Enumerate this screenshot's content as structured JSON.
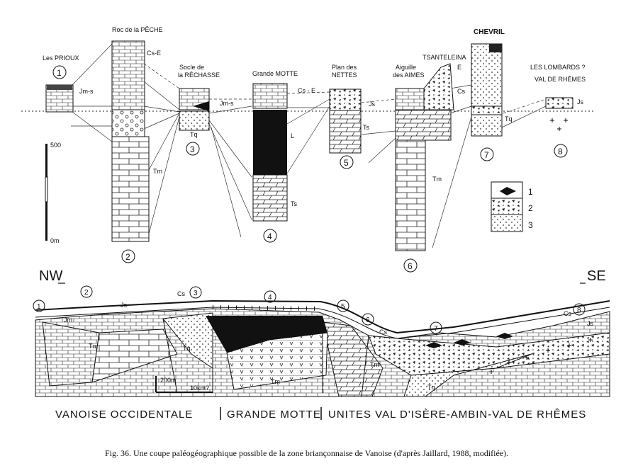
{
  "column_titles": {
    "c1": "Les PRIOUX",
    "c2": "Roc de la PÊCHE",
    "c3a": "Socle de",
    "c3b": "la RÊCHASSE",
    "c4": "Grande MOTTE",
    "c5a": "Plan des",
    "c5b": "NETTES",
    "c6a": "Aiguille",
    "c6b": "des AIMES",
    "c7a": "CHEVRIL",
    "c7b": "TSANTELEINA",
    "c8a": "LES LOMBARDS ?",
    "c8b": "VAL DE RHÊMES"
  },
  "column_numbers": [
    "1",
    "2",
    "3",
    "4",
    "5",
    "6",
    "7",
    "8"
  ],
  "unit_labels": {
    "jms1": "Jm-s",
    "cse2": "Cs-E",
    "tm2": "Tm",
    "tq3": "Tq",
    "jms3": "Jm-s",
    "cse4": "Cs - E",
    "l4": "L",
    "ts4": "Ts",
    "js5": "Js",
    "ts5": "Ts",
    "tm6": "Tm",
    "e7": "E",
    "cs7": "Cs",
    "tq7": "Tq",
    "js8": "Js"
  },
  "scale_bar": {
    "top": "500",
    "bottom": "0m"
  },
  "legend": [
    "1",
    "2",
    "3"
  ],
  "section": {
    "nw": "NW",
    "se": "SE",
    "labels": {
      "js": "Js",
      "cs3": "Cs",
      "jm": "Jm",
      "tm1": "Tm",
      "tq": "Tq",
      "tm4": "Tm",
      "tm5": "Tm",
      "cs6": "Cs",
      "tq7": "Tq",
      "cs8": "Cs",
      "js8": "Js"
    },
    "scale_v": "200m",
    "scale_h": "10km?"
  },
  "units_row": {
    "left": "VANOISE OCCIDENTALE",
    "mid": "GRANDE MOTTE",
    "right": "UNITES VAL D'ISÈRE-AMBIN-VAL DE RHÊMES"
  },
  "caption": "Fig. 36.  Une coupe paléogéographique possible de la zone briançonnaise de Vanoise (d'après Jaillard, 1988, modifiée)."
}
